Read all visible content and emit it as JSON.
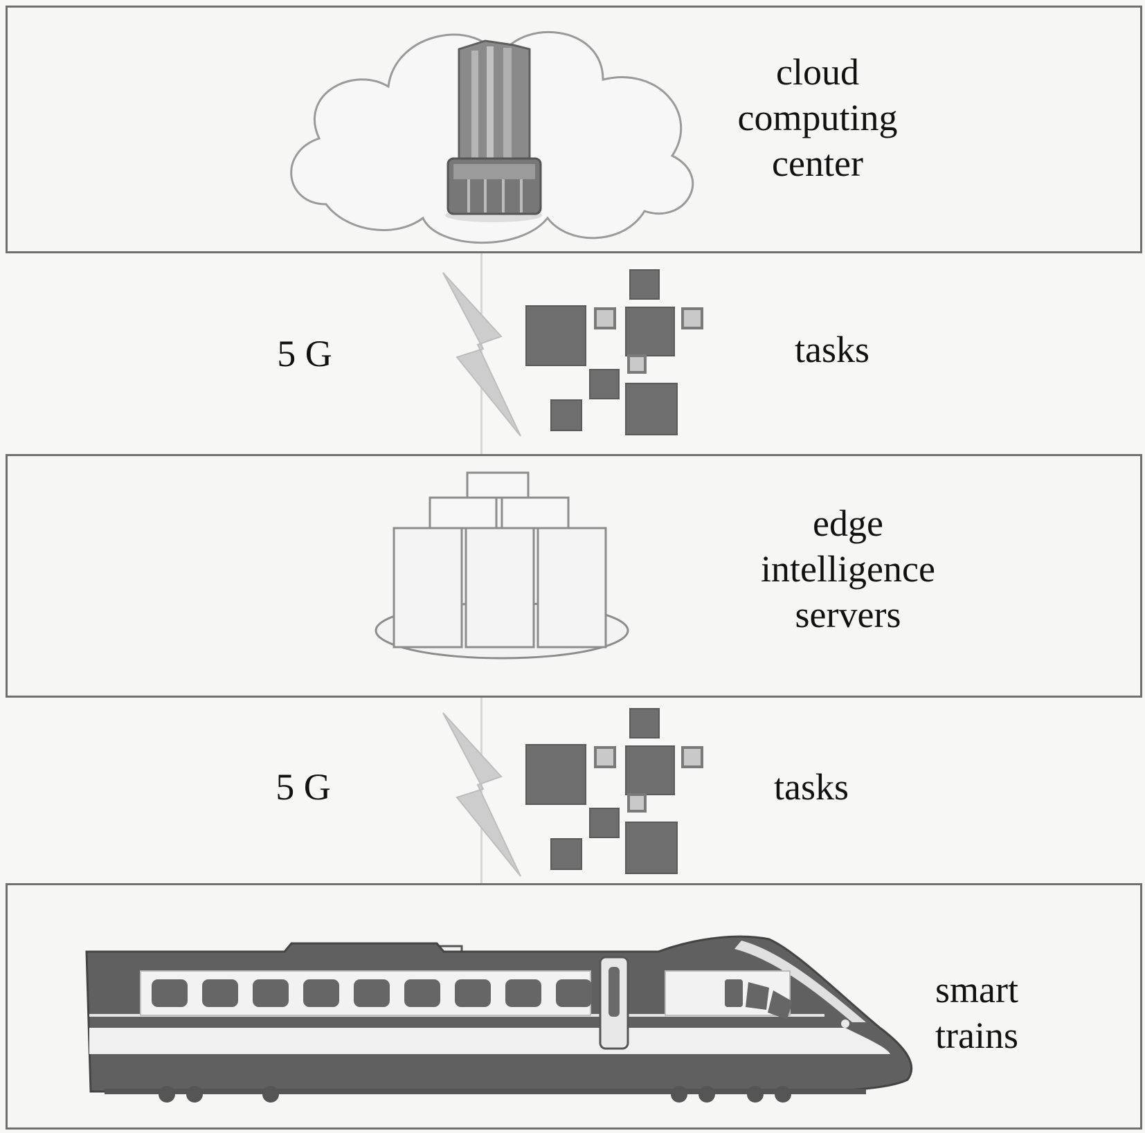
{
  "layers": {
    "cloud": {
      "label": [
        "cloud",
        "computing",
        "center"
      ]
    },
    "edge": {
      "label": [
        "edge",
        "intelligence",
        "servers"
      ]
    },
    "trains": {
      "label": [
        "smart",
        "trains"
      ]
    }
  },
  "links": [
    {
      "network": "5 G",
      "payload": "tasks"
    },
    {
      "network": "5 G",
      "payload": "tasks"
    }
  ],
  "colors": {
    "panel_border": "#6f6f6f",
    "icon_fill": "#6e6e6e",
    "bolt": "#c8c8c8",
    "background": "#f6f6f5"
  },
  "icons": [
    "cloud-icon",
    "server-tower-icon",
    "lightning-bolt-icon",
    "task-blocks-icon",
    "server-cluster-icon",
    "train-icon"
  ]
}
